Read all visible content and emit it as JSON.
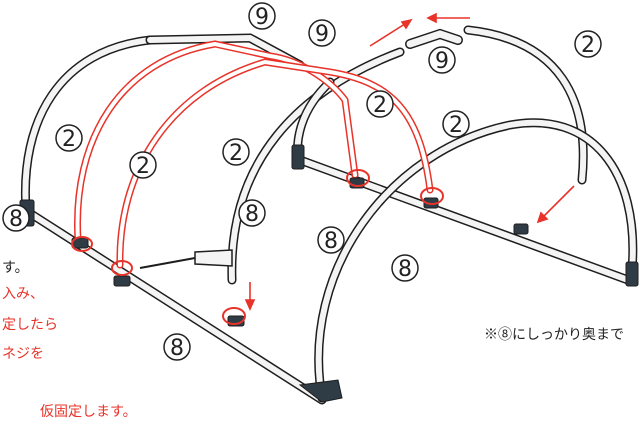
{
  "labels": {
    "part_9": "9",
    "part_2": "2",
    "part_8": "8"
  },
  "notes": {
    "suffix_su": "す。",
    "red_line1": "入み、",
    "red_line2": "定したら",
    "red_line3": "ネジを",
    "red_line4": "仮固定します。",
    "right_note": "※⑧にしっかり奥まで"
  },
  "colors": {
    "frame": "#f4f4f4",
    "frame_outline": "#1e1e1e",
    "joint": "#2f3b45",
    "highlight": "#e8332a"
  }
}
